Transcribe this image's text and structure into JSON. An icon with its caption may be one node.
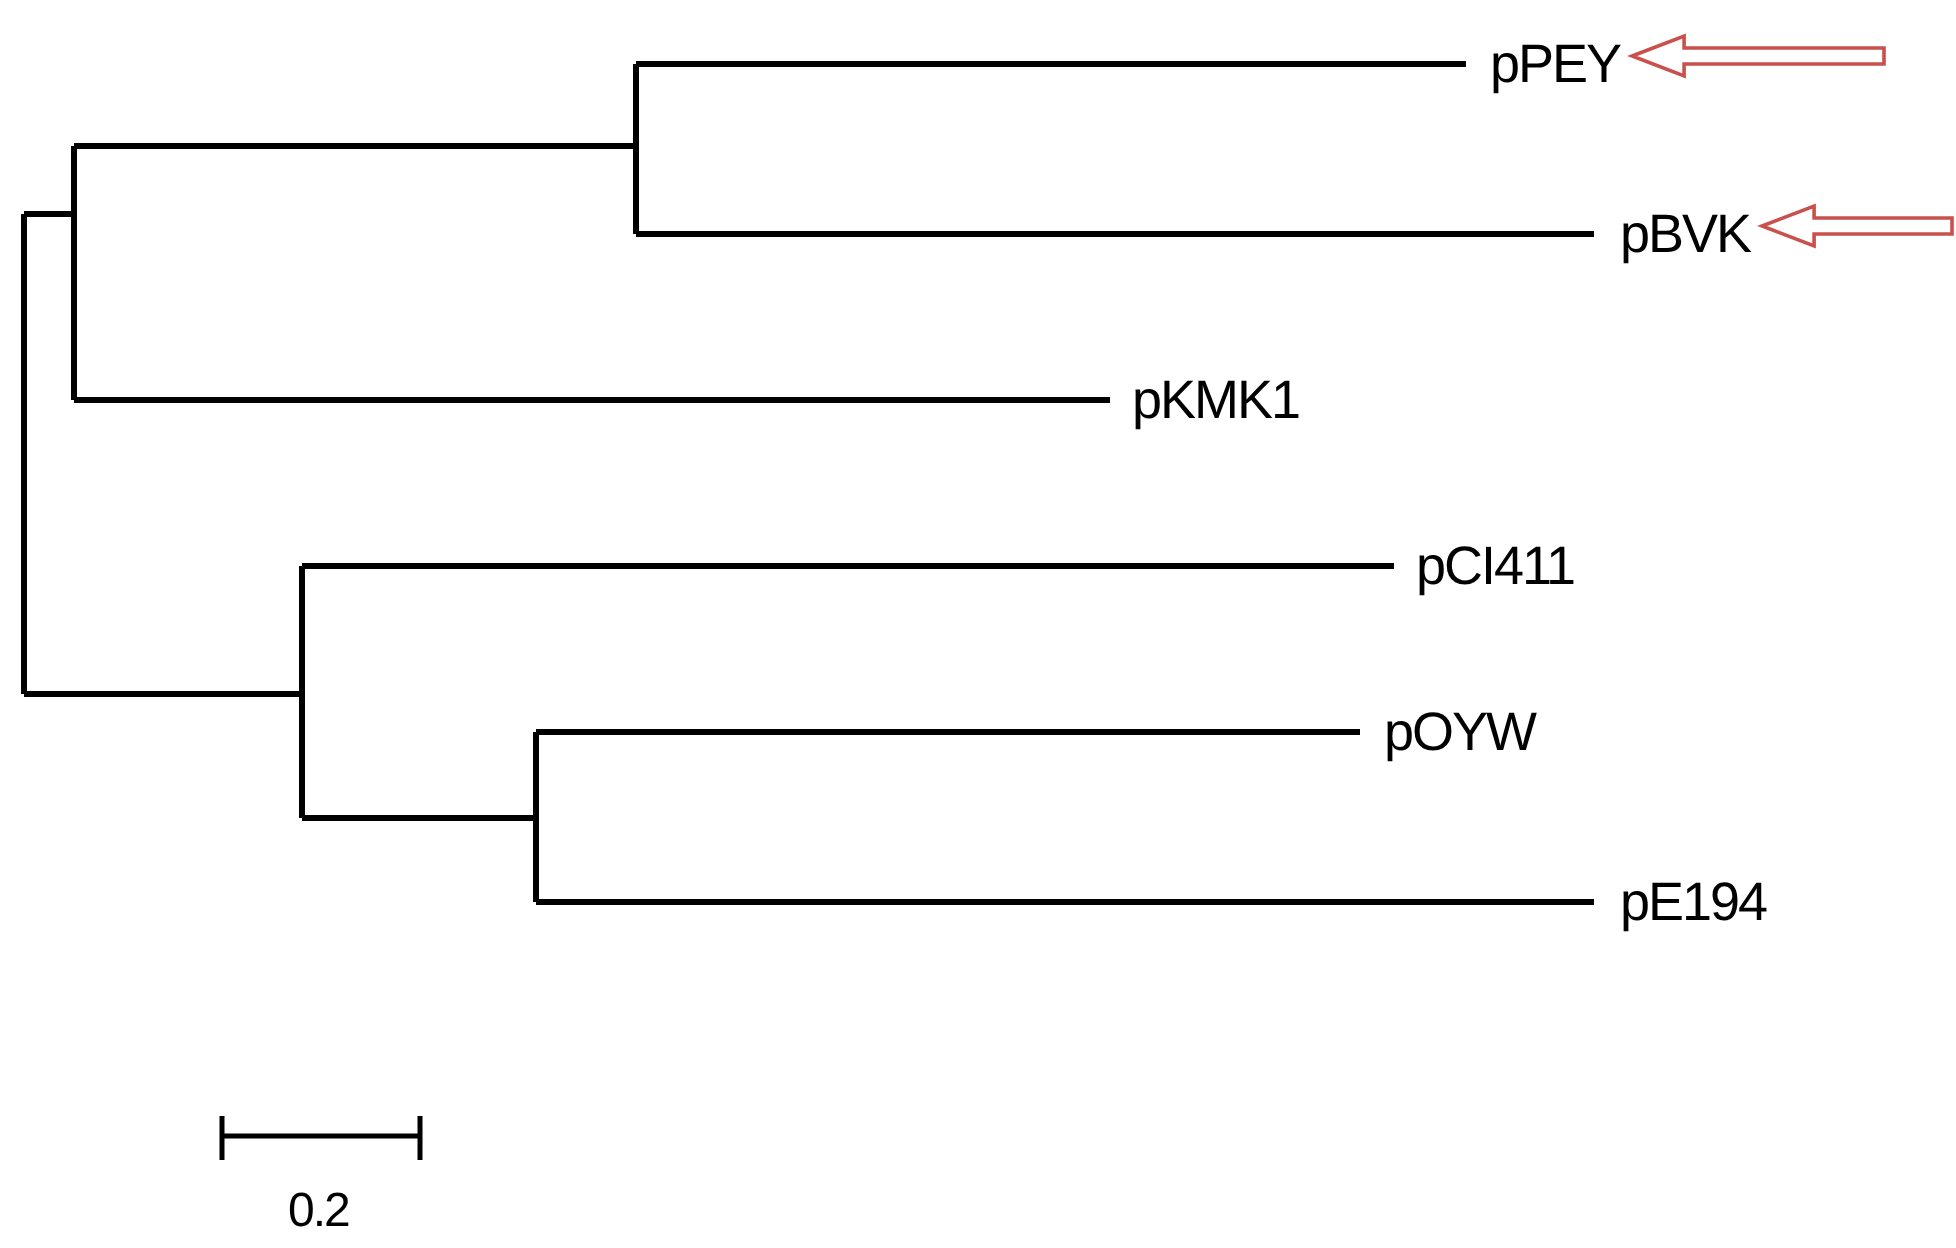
{
  "diagram": {
    "nodes": [
      {
        "text": [
          "pPEY"
        ]
      },
      {
        "text": [
          "pBVK"
        ]
      },
      {
        "text": [
          "pKMK1"
        ]
      },
      {
        "text": [
          "pCI411"
        ]
      },
      {
        "text": [
          "pOYW"
        ]
      },
      {
        "text": [
          "pE194"
        ]
      }
    ],
    "edges": [
      {
        "from": null,
        "to": 0,
        "arrow": "to"
      },
      {
        "from": null,
        "to": 1,
        "arrow": "to"
      }
    ],
    "labels": [
      "0.2"
    ]
  }
}
